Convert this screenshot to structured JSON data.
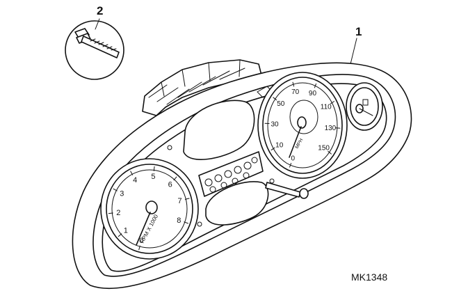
{
  "callouts": {
    "part1": "1",
    "part2": "2"
  },
  "figure_code": "MK1348",
  "tachometer": {
    "ticks": [
      "0",
      "1",
      "2",
      "3",
      "4",
      "5",
      "6",
      "7",
      "8"
    ],
    "unit_label": "RPM X 1000"
  },
  "speedometer": {
    "ticks": [
      "0",
      "10",
      "30",
      "50",
      "70",
      "90",
      "110",
      "130",
      "150"
    ],
    "unit_label": "MPH"
  }
}
